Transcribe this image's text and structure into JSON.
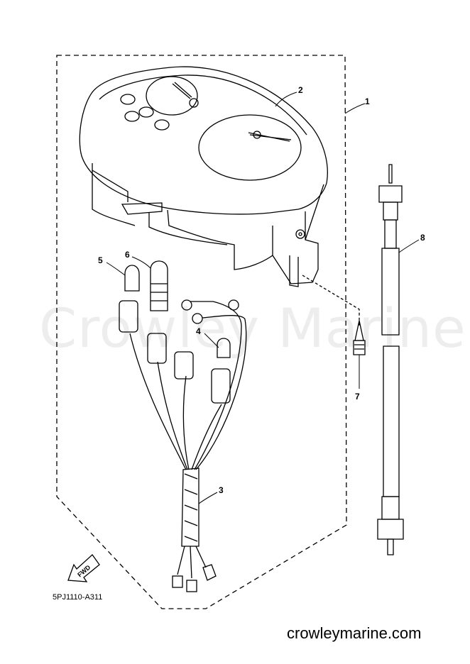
{
  "diagram": {
    "code": "5PJ1110-A311",
    "watermark": "Crowley Marine",
    "footer": "crowleymarine.com",
    "fwd_label": "FWD",
    "callouts": [
      {
        "number": "1",
        "part": "meter-assembly"
      },
      {
        "number": "2",
        "part": "meter-housing"
      },
      {
        "number": "3",
        "part": "wire-harness"
      },
      {
        "number": "4",
        "part": "bulb-small"
      },
      {
        "number": "5",
        "part": "bulb"
      },
      {
        "number": "6",
        "part": "bulb-socket"
      },
      {
        "number": "7",
        "part": "screw"
      },
      {
        "number": "8",
        "part": "meter-cable"
      }
    ]
  }
}
